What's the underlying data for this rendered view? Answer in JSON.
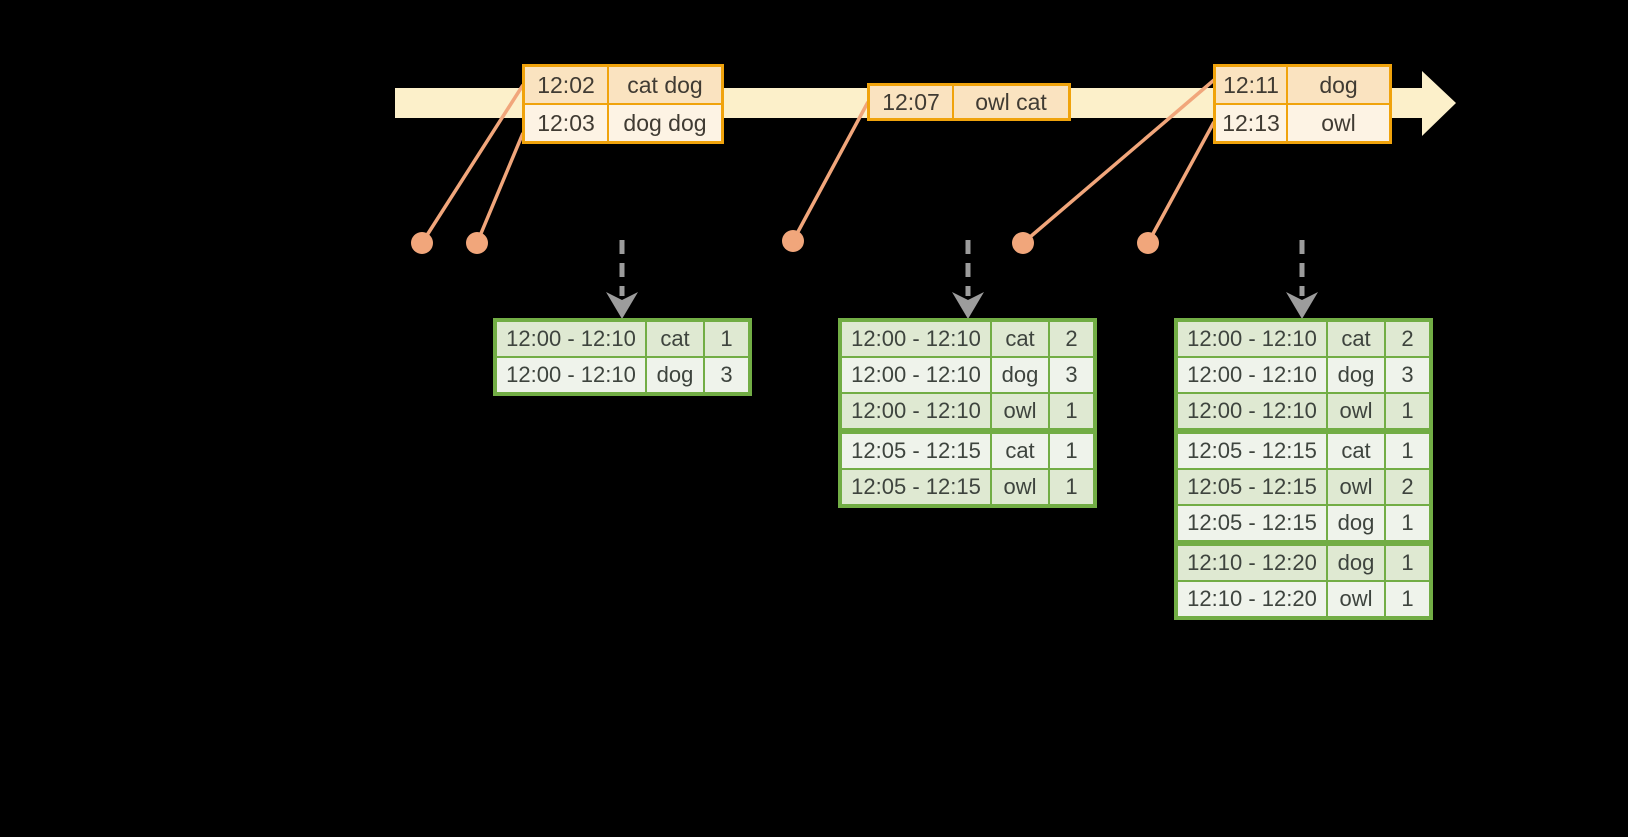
{
  "colors": {
    "background": "#000000",
    "timeline_fill": "#FCF0CA",
    "event_border": "#F0A30C",
    "event_row_dark": "#FAE3C0",
    "event_row_light": "#FDF3E4",
    "event_text": "#403B33",
    "marker": "#F1A67B",
    "trigger_arrow": "#9C9C9C",
    "result_border": "#72AD45",
    "result_row_green": "#DFE9D2",
    "result_row_white": "#EFF3EB",
    "result_text": "#3E443E"
  },
  "timeline": {
    "direction": "right-arrow"
  },
  "event_tables": [
    {
      "rows": [
        [
          "12:02",
          "cat dog"
        ],
        [
          "12:03",
          "dog dog"
        ]
      ]
    },
    {
      "rows": [
        [
          "12:07",
          "owl cat"
        ]
      ]
    },
    {
      "rows": [
        [
          "12:11",
          "dog"
        ],
        [
          "12:13",
          "owl"
        ]
      ]
    }
  ],
  "result_tables": [
    {
      "rows": [
        [
          "12:00 - 12:10",
          "cat",
          "1"
        ],
        [
          "12:00 - 12:10",
          "dog",
          "3"
        ]
      ]
    },
    {
      "rows": [
        [
          "12:00 - 12:10",
          "cat",
          "2"
        ],
        [
          "12:00 - 12:10",
          "dog",
          "3"
        ],
        [
          "12:00 - 12:10",
          "owl",
          "1"
        ],
        [
          "12:05 - 12:15",
          "cat",
          "1"
        ],
        [
          "12:05 - 12:15",
          "owl",
          "1"
        ]
      ]
    },
    {
      "rows": [
        [
          "12:00 - 12:10",
          "cat",
          "2"
        ],
        [
          "12:00 - 12:10",
          "dog",
          "3"
        ],
        [
          "12:00 - 12:10",
          "owl",
          "1"
        ],
        [
          "12:05 - 12:15",
          "cat",
          "1"
        ],
        [
          "12:05 - 12:15",
          "owl",
          "2"
        ],
        [
          "12:05 - 12:15",
          "dog",
          "1"
        ],
        [
          "12:10 - 12:20",
          "dog",
          "1"
        ],
        [
          "12:10 - 12:20",
          "owl",
          "1"
        ]
      ]
    }
  ]
}
